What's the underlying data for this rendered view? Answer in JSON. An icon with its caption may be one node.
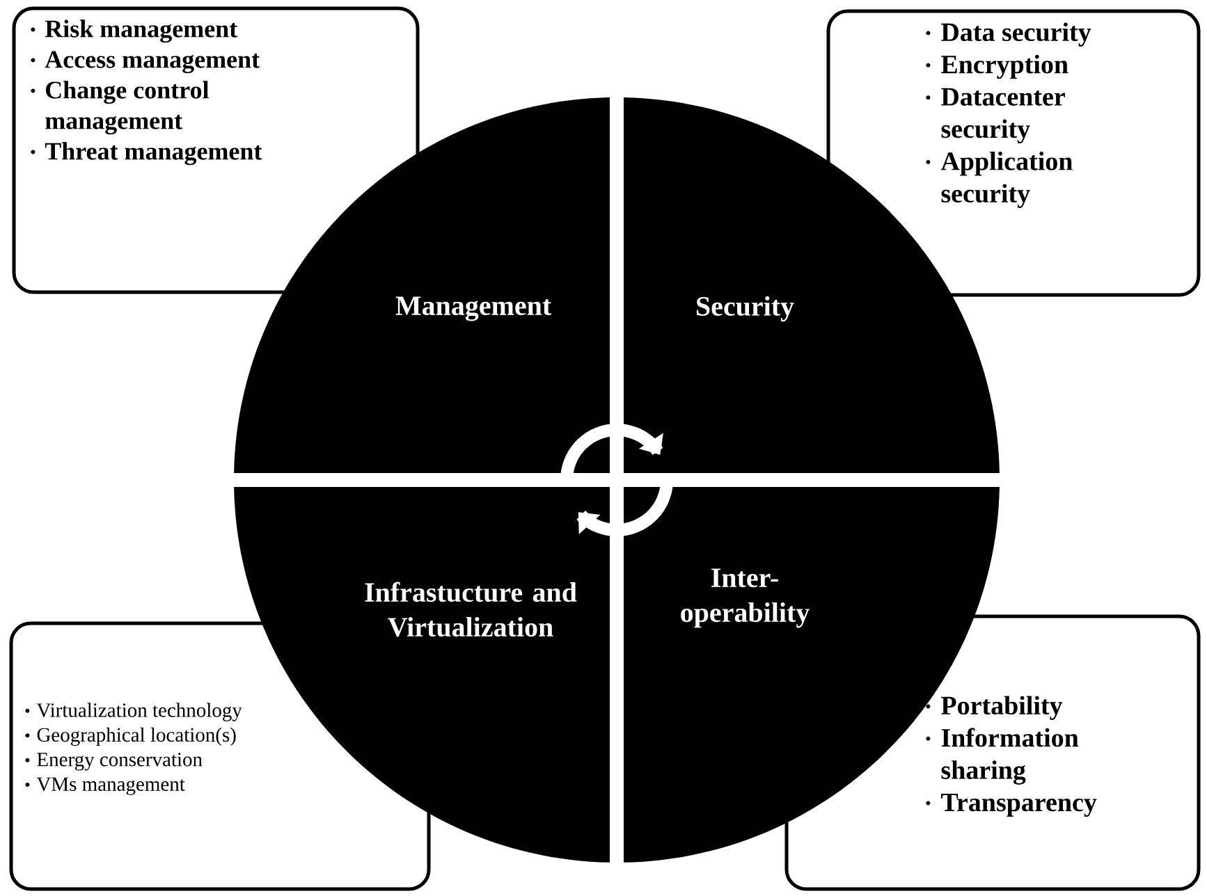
{
  "diagram": {
    "nodes": [
      {
        "text": [
          "Risk management",
          "Access management",
          "Change control management",
          "Threat management"
        ]
      },
      {
        "text": [
          "Data security",
          "Encryption",
          "Datacenter security",
          "Application security"
        ]
      },
      {
        "text": [
          "Management"
        ]
      },
      {
        "text": [
          "Security"
        ]
      },
      {
        "text": [
          "Infrastucture and Virtualization"
        ]
      },
      {
        "text": [
          "Inter- operability"
        ]
      },
      {
        "text": [
          "Virtualization technology",
          "Geographical location(s)",
          "Energy conservation",
          "VMs management"
        ]
      },
      {
        "text": [
          "Portability",
          "Information sharing",
          "Transparency"
        ]
      }
    ]
  }
}
